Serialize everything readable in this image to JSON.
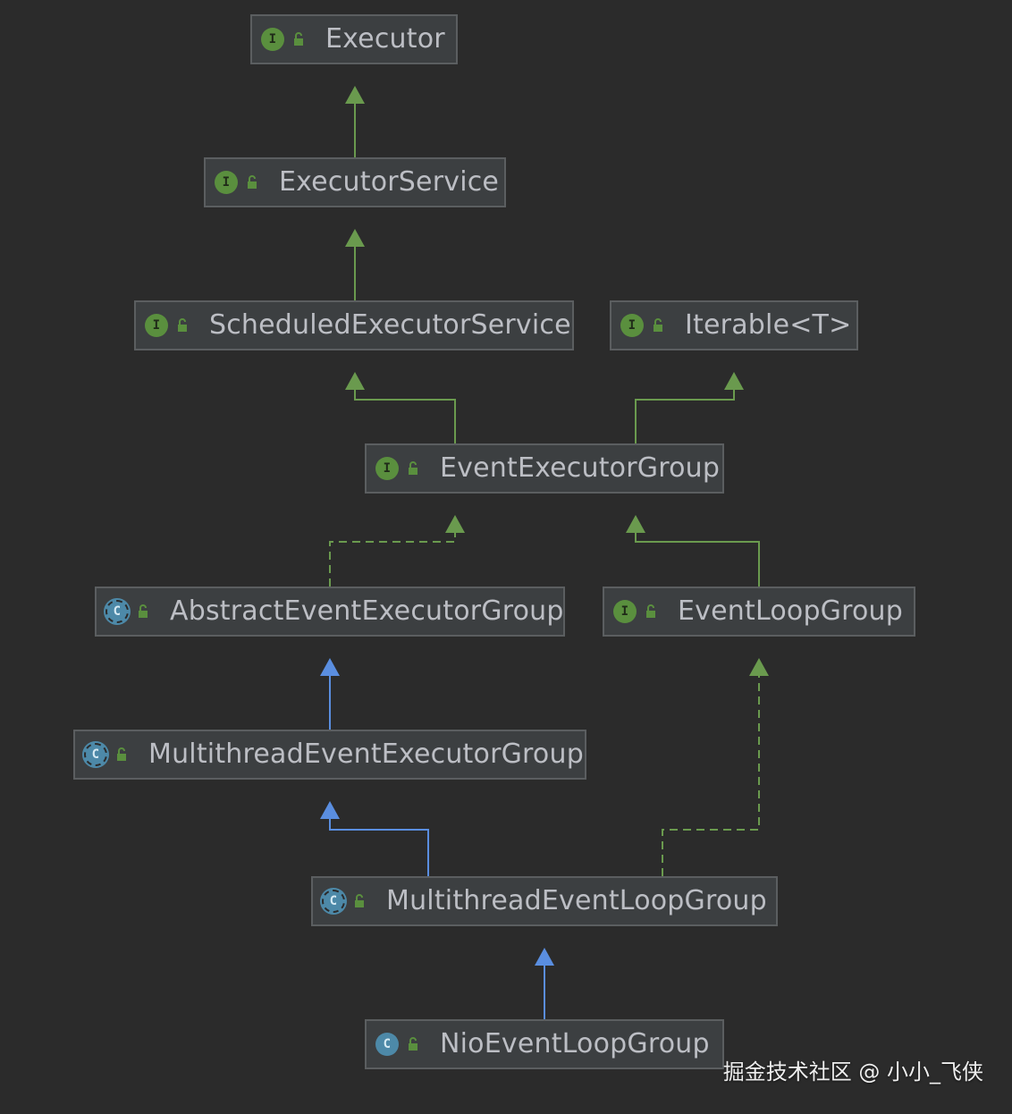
{
  "colors": {
    "background": "#2b2b2b",
    "node_fill": "#3c3f41",
    "node_border": "#5b5e60",
    "text": "#bcbec4",
    "interface_edge": "#6a9a4e",
    "class_edge": "#5a8ee0",
    "interface_icon": "#5a8f3e",
    "class_icon": "#4d89a8"
  },
  "nodes": {
    "executor": {
      "label": "Executor",
      "kind": "interface",
      "icon": "interface-icon",
      "icon_letter": "I"
    },
    "executor_service": {
      "label": "ExecutorService",
      "kind": "interface",
      "icon": "interface-icon",
      "icon_letter": "I"
    },
    "scheduled_executor_service": {
      "label": "ScheduledExecutorService",
      "kind": "interface",
      "icon": "interface-icon",
      "icon_letter": "I"
    },
    "iterable": {
      "label": "Iterable<T>",
      "kind": "interface",
      "icon": "interface-icon",
      "icon_letter": "I"
    },
    "event_executor_group": {
      "label": "EventExecutorGroup",
      "kind": "interface",
      "icon": "interface-icon",
      "icon_letter": "I"
    },
    "abstract_event_executor_group": {
      "label": "AbstractEventExecutorGroup",
      "kind": "abstract",
      "icon": "abstract-class-icon",
      "icon_letter": "C"
    },
    "event_loop_group": {
      "label": "EventLoopGroup",
      "kind": "interface",
      "icon": "interface-icon",
      "icon_letter": "I"
    },
    "multithread_event_executor_group": {
      "label": "MultithreadEventExecutorGroup",
      "kind": "abstract",
      "icon": "abstract-class-icon",
      "icon_letter": "C"
    },
    "multithread_event_loop_group": {
      "label": "MultithreadEventLoopGroup",
      "kind": "abstract",
      "icon": "abstract-class-icon",
      "icon_letter": "C"
    },
    "nio_event_loop_group": {
      "label": "NioEventLoopGroup",
      "kind": "class",
      "icon": "class-icon",
      "icon_letter": "C"
    }
  },
  "edges": [
    {
      "from": "executor_service",
      "to": "executor",
      "relation": "extends"
    },
    {
      "from": "scheduled_executor_service",
      "to": "executor_service",
      "relation": "extends"
    },
    {
      "from": "event_executor_group",
      "to": "scheduled_executor_service",
      "relation": "extends"
    },
    {
      "from": "event_executor_group",
      "to": "iterable",
      "relation": "extends"
    },
    {
      "from": "abstract_event_executor_group",
      "to": "event_executor_group",
      "relation": "implements"
    },
    {
      "from": "event_loop_group",
      "to": "event_executor_group",
      "relation": "extends"
    },
    {
      "from": "multithread_event_executor_group",
      "to": "abstract_event_executor_group",
      "relation": "class-extends"
    },
    {
      "from": "multithread_event_loop_group",
      "to": "multithread_event_executor_group",
      "relation": "class-extends"
    },
    {
      "from": "multithread_event_loop_group",
      "to": "event_loop_group",
      "relation": "implements"
    },
    {
      "from": "nio_event_loop_group",
      "to": "multithread_event_loop_group",
      "relation": "class-extends"
    }
  ],
  "watermark": "掘金技术社区 @ 小小_飞侠"
}
